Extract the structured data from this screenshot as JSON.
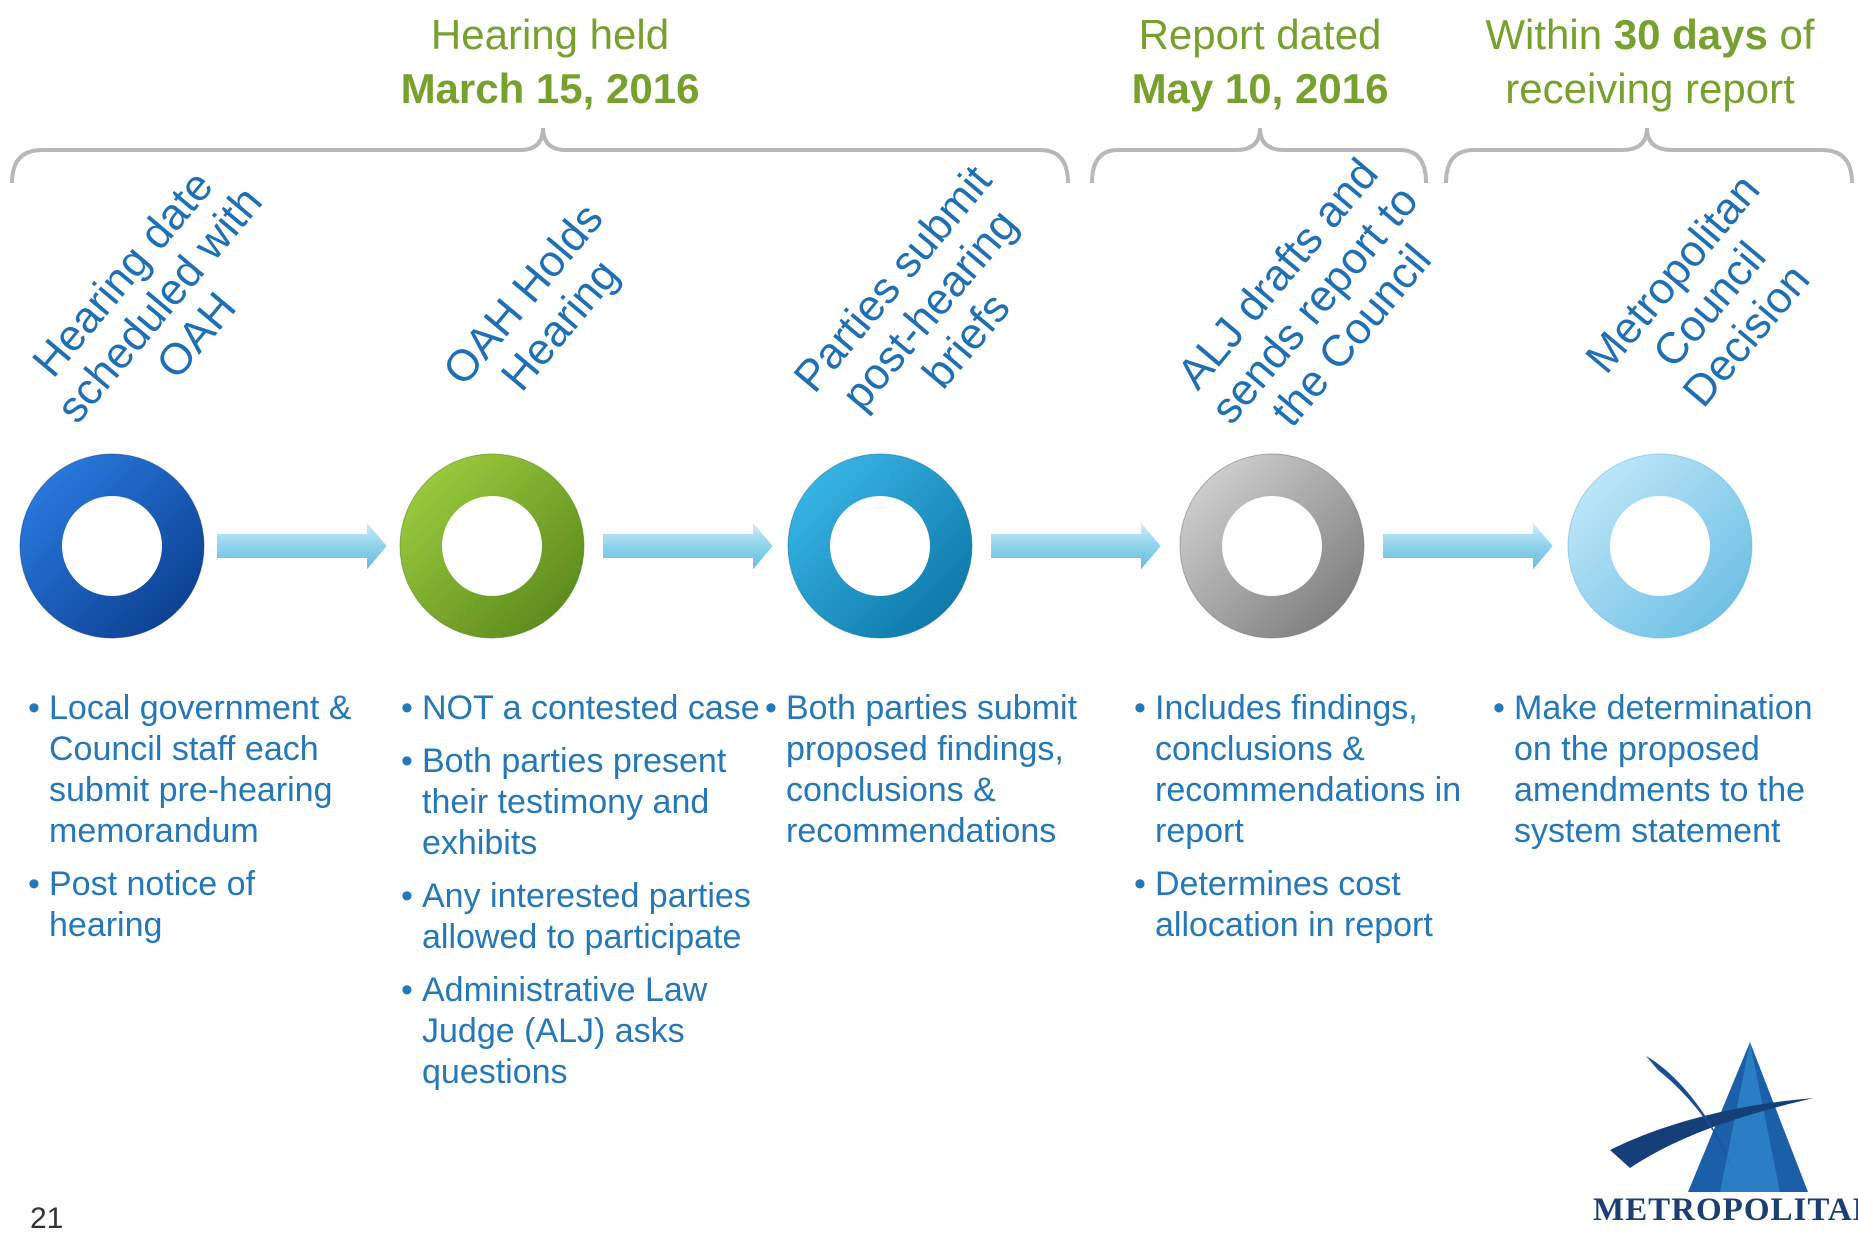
{
  "headers": [
    {
      "line1": "Hearing held",
      "line2": "March 15, 2016"
    },
    {
      "line1": "Report dated",
      "line2": "May 10, 2016"
    },
    {
      "line1_prefix": "Within ",
      "line1_bold": "30 days",
      "line1_suffix": " of",
      "line2": "receiving report"
    }
  ],
  "colors": {
    "header_green": "#77a02e",
    "step_text_blue": "#1f6fb5",
    "bullet_blue": "#2477b8",
    "bracket_gray": "#b8b8b8",
    "circle_1": "#1157b3",
    "circle_2": "#7cae2b",
    "circle_3": "#169ad1",
    "circle_4": "#a8a8a8",
    "circle_5": "#8fd0ee",
    "arrow": "#8fd3ec"
  },
  "steps": [
    {
      "label": "Hearing date scheduled with OAH",
      "bullets": [
        "Local government & Council staff each submit pre-hearing memorandum",
        "Post notice of hearing"
      ]
    },
    {
      "label": "OAH Holds Hearing",
      "bullets": [
        "NOT a contested case",
        "Both parties present their testimony and exhibits",
        "Any interested parties allowed to participate",
        "Administrative Law Judge (ALJ) asks questions"
      ]
    },
    {
      "label": "Parties submit post-hearing briefs",
      "bullets": [
        "Both parties submit proposed findings, conclusions & recommendations"
      ]
    },
    {
      "label": "ALJ drafts and sends report to the Council",
      "bullets": [
        "Includes findings, conclusions & recommendations in report",
        "Determines cost allocation in report"
      ]
    },
    {
      "label": "Metropolitan Council Decision",
      "bullets": [
        "Make determination on the proposed amendments to the system statement"
      ]
    }
  ],
  "page_number": "21",
  "logo": {
    "text": "METROPOLITAN",
    "icon": "metropolitan-council-logo"
  }
}
